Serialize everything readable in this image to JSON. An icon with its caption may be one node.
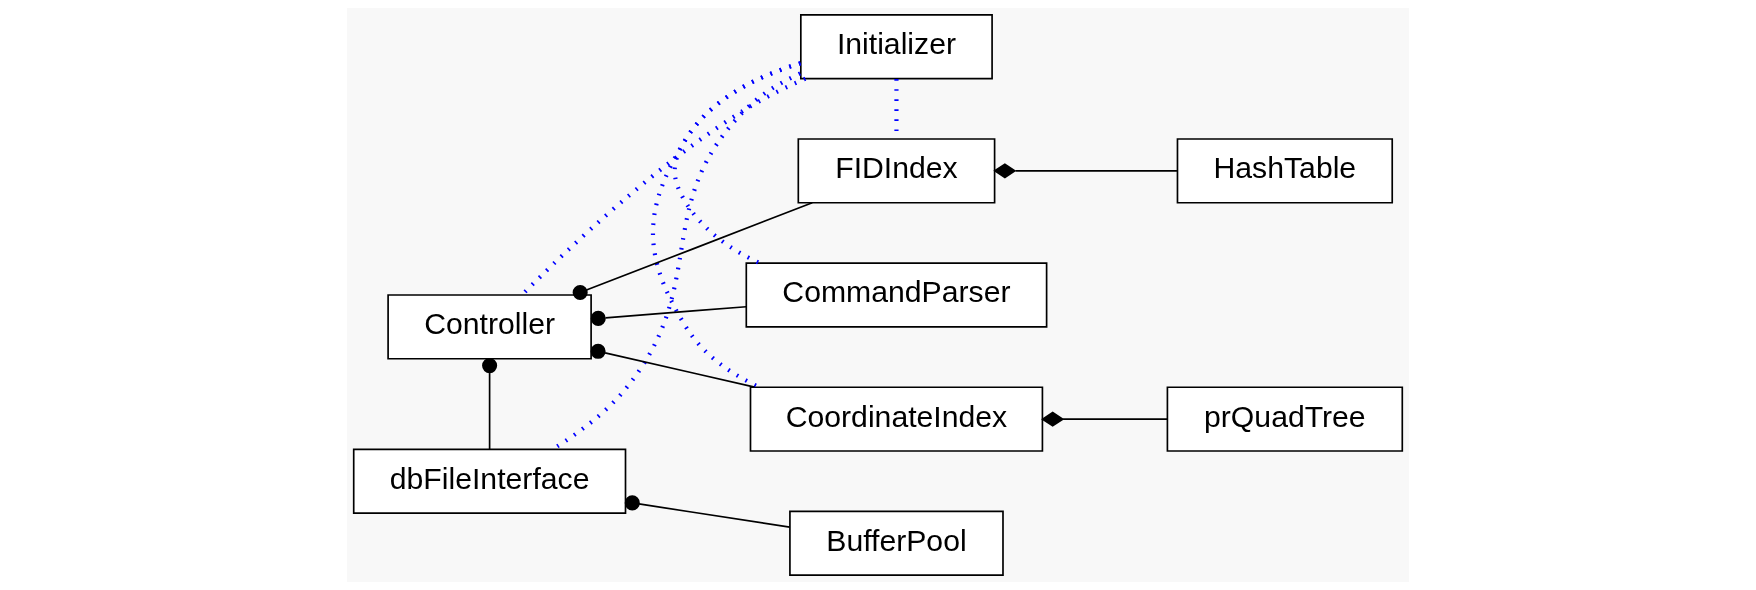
{
  "diagram": {
    "nodes": [
      {
        "text": [
          "Initializer"
        ]
      },
      {
        "text": [
          "FIDIndex"
        ]
      },
      {
        "text": [
          "HashTable"
        ]
      },
      {
        "text": [
          "CommandParser"
        ]
      },
      {
        "text": [
          "Controller"
        ]
      },
      {
        "text": [
          "CoordinateIndex"
        ]
      },
      {
        "text": [
          "prQuadTree"
        ]
      },
      {
        "text": [
          "dbFileInterface"
        ]
      },
      {
        "text": [
          "BufferPool"
        ]
      }
    ],
    "edges": [
      {
        "from": 0,
        "to": 3,
        "arrow": "none",
        "style": "dashed",
        "color": "#0000ff"
      },
      {
        "from": 0,
        "to": 4,
        "arrow": "none",
        "style": "dashed",
        "color": "#0000ff"
      },
      {
        "from": 0,
        "to": 1,
        "arrow": "none",
        "style": "dashed",
        "color": "#0000ff"
      },
      {
        "from": 0,
        "to": 5,
        "arrow": "none",
        "style": "dashed",
        "color": "#0000ff"
      },
      {
        "from": 0,
        "to": 7,
        "arrow": "none",
        "style": "dashed",
        "color": "#0000ff"
      },
      {
        "from": 4,
        "to": 3,
        "arrow": "other"
      },
      {
        "from": 4,
        "to": 1,
        "arrow": "other"
      },
      {
        "from": 4,
        "to": 5,
        "arrow": "other"
      },
      {
        "from": 4,
        "to": 7,
        "arrow": "other"
      },
      {
        "from": 1,
        "to": 2,
        "arrow": "other"
      },
      {
        "from": 5,
        "to": 6,
        "arrow": "other"
      },
      {
        "from": 7,
        "to": 8,
        "arrow": "other"
      }
    ]
  }
}
